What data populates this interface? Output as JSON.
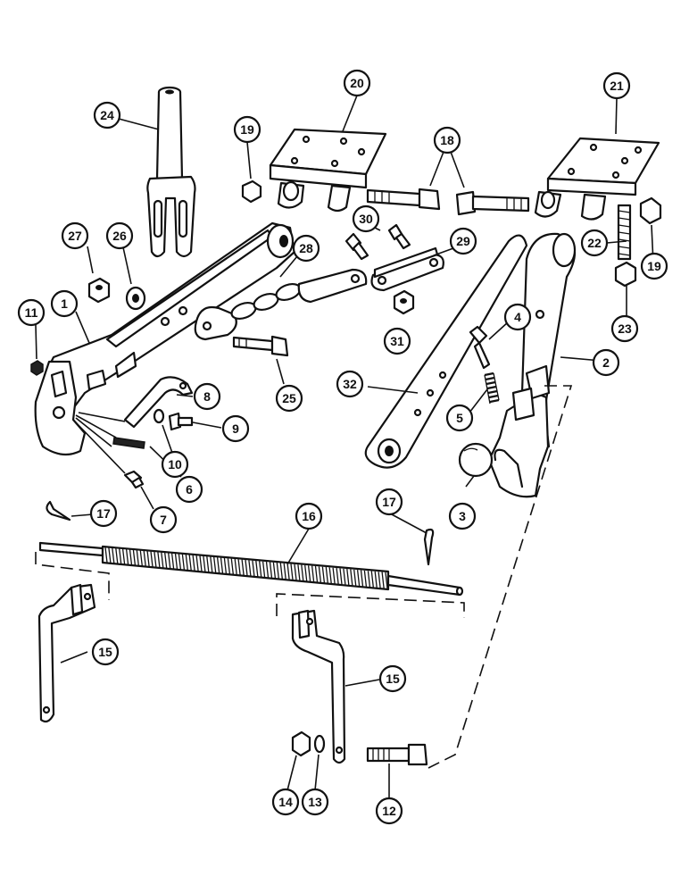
{
  "callouts": [
    {
      "id": "1",
      "label": "1",
      "part": "lower-lift-arm-left"
    },
    {
      "id": "2",
      "label": "2",
      "part": "lower-lift-arm-right"
    },
    {
      "id": "3",
      "label": "3",
      "part": "ball-end"
    },
    {
      "id": "4",
      "label": "4",
      "part": "latch-pin"
    },
    {
      "id": "5",
      "label": "5",
      "part": "spring"
    },
    {
      "id": "6",
      "label": "6",
      "part": "roll-pin"
    },
    {
      "id": "7",
      "label": "7",
      "part": "grease-fitting"
    },
    {
      "id": "8",
      "label": "8",
      "part": "latch"
    },
    {
      "id": "9",
      "label": "9",
      "part": "bolt"
    },
    {
      "id": "10",
      "label": "10",
      "part": "spring-washer"
    },
    {
      "id": "11",
      "label": "11",
      "part": "nut"
    },
    {
      "id": "12",
      "label": "12",
      "part": "bolt"
    },
    {
      "id": "13",
      "label": "13",
      "part": "lock-washer"
    },
    {
      "id": "14",
      "label": "14",
      "part": "nut"
    },
    {
      "id": "15",
      "label": "15",
      "part": "bracket"
    },
    {
      "id": "16",
      "label": "16",
      "part": "stabilizer-rod"
    },
    {
      "id": "17",
      "label": "17",
      "part": "cotter-pin"
    },
    {
      "id": "18",
      "label": "18",
      "part": "bolt"
    },
    {
      "id": "19",
      "label": "19",
      "part": "nut"
    },
    {
      "id": "20",
      "label": "20",
      "part": "mounting-bracket-left"
    },
    {
      "id": "21",
      "label": "21",
      "part": "mounting-bracket-right"
    },
    {
      "id": "22",
      "label": "22",
      "part": "stud"
    },
    {
      "id": "23",
      "label": "23",
      "part": "nut"
    },
    {
      "id": "24",
      "label": "24",
      "part": "lift-rod"
    },
    {
      "id": "25",
      "label": "25",
      "part": "bolt"
    },
    {
      "id": "26",
      "label": "26",
      "part": "washer"
    },
    {
      "id": "27",
      "label": "27",
      "part": "nut"
    },
    {
      "id": "28",
      "label": "28",
      "part": "check-chain"
    },
    {
      "id": "29",
      "label": "29",
      "part": "chain-link-plate"
    },
    {
      "id": "30",
      "label": "30",
      "part": "bolt"
    },
    {
      "id": "31",
      "label": "31",
      "part": "nut"
    },
    {
      "id": "32",
      "label": "32",
      "part": "stabilizer-bar"
    }
  ]
}
